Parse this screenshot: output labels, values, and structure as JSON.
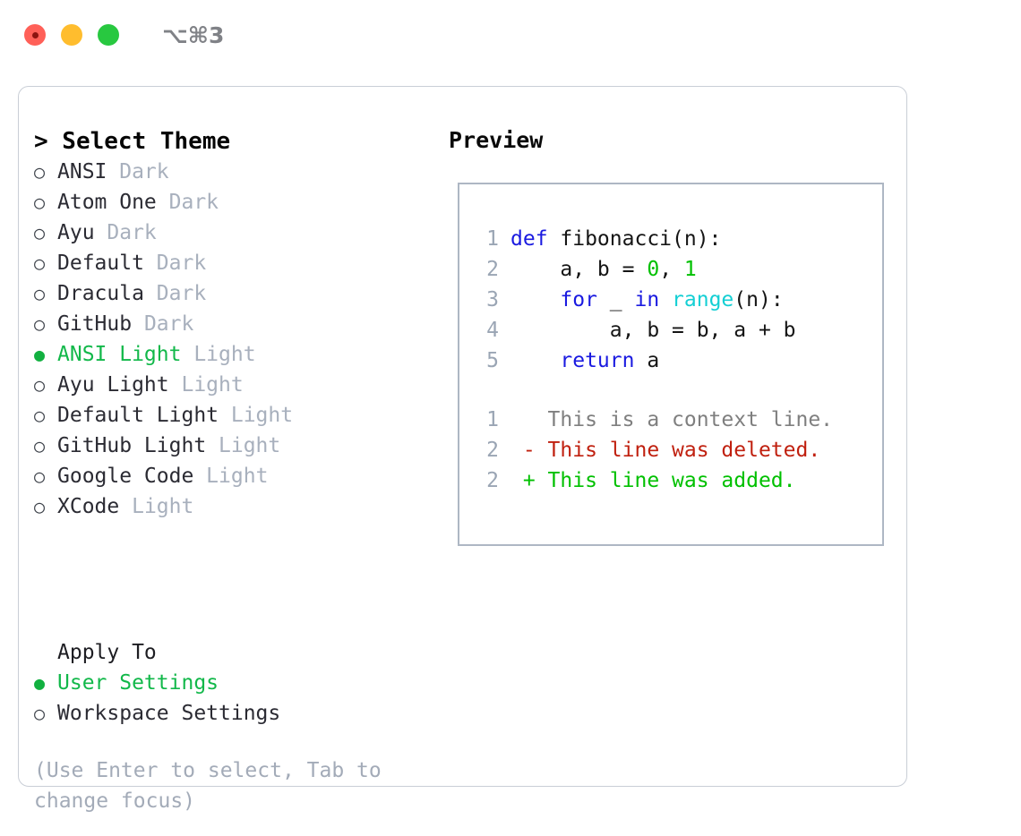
{
  "window": {
    "shortcut_label": "⌥⌘3",
    "traffic_lights": [
      "close",
      "minimize",
      "maximize"
    ]
  },
  "theme_picker": {
    "header": "> Select Theme",
    "marker_selected": "●",
    "marker_unselected": "○",
    "items": [
      {
        "name": "ANSI",
        "variant": "Dark",
        "selected": false
      },
      {
        "name": "Atom One",
        "variant": "Dark",
        "selected": false
      },
      {
        "name": "Ayu",
        "variant": "Dark",
        "selected": false
      },
      {
        "name": "Default",
        "variant": "Dark",
        "selected": false
      },
      {
        "name": "Dracula",
        "variant": "Dark",
        "selected": false
      },
      {
        "name": "GitHub",
        "variant": "Dark",
        "selected": false
      },
      {
        "name": "ANSI Light",
        "variant": "Light",
        "selected": true
      },
      {
        "name": "Ayu Light",
        "variant": "Light",
        "selected": false
      },
      {
        "name": "Default Light",
        "variant": "Light",
        "selected": false
      },
      {
        "name": "GitHub Light",
        "variant": "Light",
        "selected": false
      },
      {
        "name": "Google Code",
        "variant": "Light",
        "selected": false
      },
      {
        "name": "XCode",
        "variant": "Light",
        "selected": false
      }
    ]
  },
  "apply_to": {
    "label": "Apply To",
    "options": [
      {
        "name": "User Settings",
        "selected": true
      },
      {
        "name": "Workspace Settings",
        "selected": false
      }
    ]
  },
  "hint": "(Use Enter to select, Tab to change focus)",
  "preview": {
    "header": "Preview",
    "code_lines": [
      {
        "no": "1",
        "tokens": [
          {
            "t": "def",
            "c": "kw"
          },
          {
            "t": " fibonacci(n):",
            "c": "txt"
          }
        ]
      },
      {
        "no": "2",
        "tokens": [
          {
            "t": "    a, b = ",
            "c": "txt"
          },
          {
            "t": "0",
            "c": "num"
          },
          {
            "t": ", ",
            "c": "txt"
          },
          {
            "t": "1",
            "c": "num"
          }
        ]
      },
      {
        "no": "3",
        "tokens": [
          {
            "t": "    ",
            "c": "txt"
          },
          {
            "t": "for",
            "c": "kw"
          },
          {
            "t": " _ ",
            "c": "txt"
          },
          {
            "t": "in",
            "c": "kw"
          },
          {
            "t": " ",
            "c": "txt"
          },
          {
            "t": "range",
            "c": "fn"
          },
          {
            "t": "(n):",
            "c": "txt"
          }
        ]
      },
      {
        "no": "4",
        "tokens": [
          {
            "t": "        a, b = b, a + b",
            "c": "txt"
          }
        ]
      },
      {
        "no": "5",
        "tokens": [
          {
            "t": "    ",
            "c": "txt"
          },
          {
            "t": "return",
            "c": "kw"
          },
          {
            "t": " a",
            "c": "txt"
          }
        ]
      }
    ],
    "diff_lines": [
      {
        "no": "1",
        "sign": "  ",
        "text": "This is a context line.",
        "kind": "ctx"
      },
      {
        "no": "2",
        "sign": "- ",
        "text": "This line was deleted.",
        "kind": "del"
      },
      {
        "no": "2",
        "sign": "+ ",
        "text": "This line was added.",
        "kind": "add"
      }
    ]
  },
  "colors": {
    "accent_green": "#12b84a",
    "keyword_blue": "#1a1ae0",
    "function_cyan": "#14cfd4",
    "number_green": "#00c000",
    "diff_delete_red": "#c0200f",
    "diff_add_green": "#00c000",
    "muted_gray": "#a8b0bd",
    "line_number_gray": "#9aa5b4",
    "panel_border": "#c9ced6",
    "preview_border": "#aeb7c4"
  }
}
